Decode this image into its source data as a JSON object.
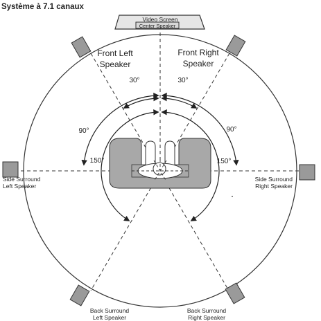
{
  "title": "Système à 7.1 canaux",
  "screen": {
    "video_label": "Video Screen",
    "center_label": "Center Speaker"
  },
  "speakers": {
    "front_left": [
      "Front Left",
      "Speaker"
    ],
    "front_right": [
      "Front Right",
      "Speaker"
    ],
    "side_left": [
      "Side Surround",
      "Left Speaker"
    ],
    "side_right": [
      "Side Surround",
      "Right Speaker"
    ],
    "back_left": [
      "Back Surround",
      "Left Speaker"
    ],
    "back_right": [
      "Back Surround",
      "Right Speaker"
    ]
  },
  "angles": {
    "front_left": "30°",
    "front_right": "30°",
    "side_left": "90°",
    "side_right": "90°",
    "back_left": "150°",
    "back_right": "150°"
  },
  "colors": {
    "line": "#333333",
    "speaker_fill": "#9a9a9a",
    "sofa_fill": "#a8a8a8",
    "screen_fill": "#e6e6e6"
  }
}
